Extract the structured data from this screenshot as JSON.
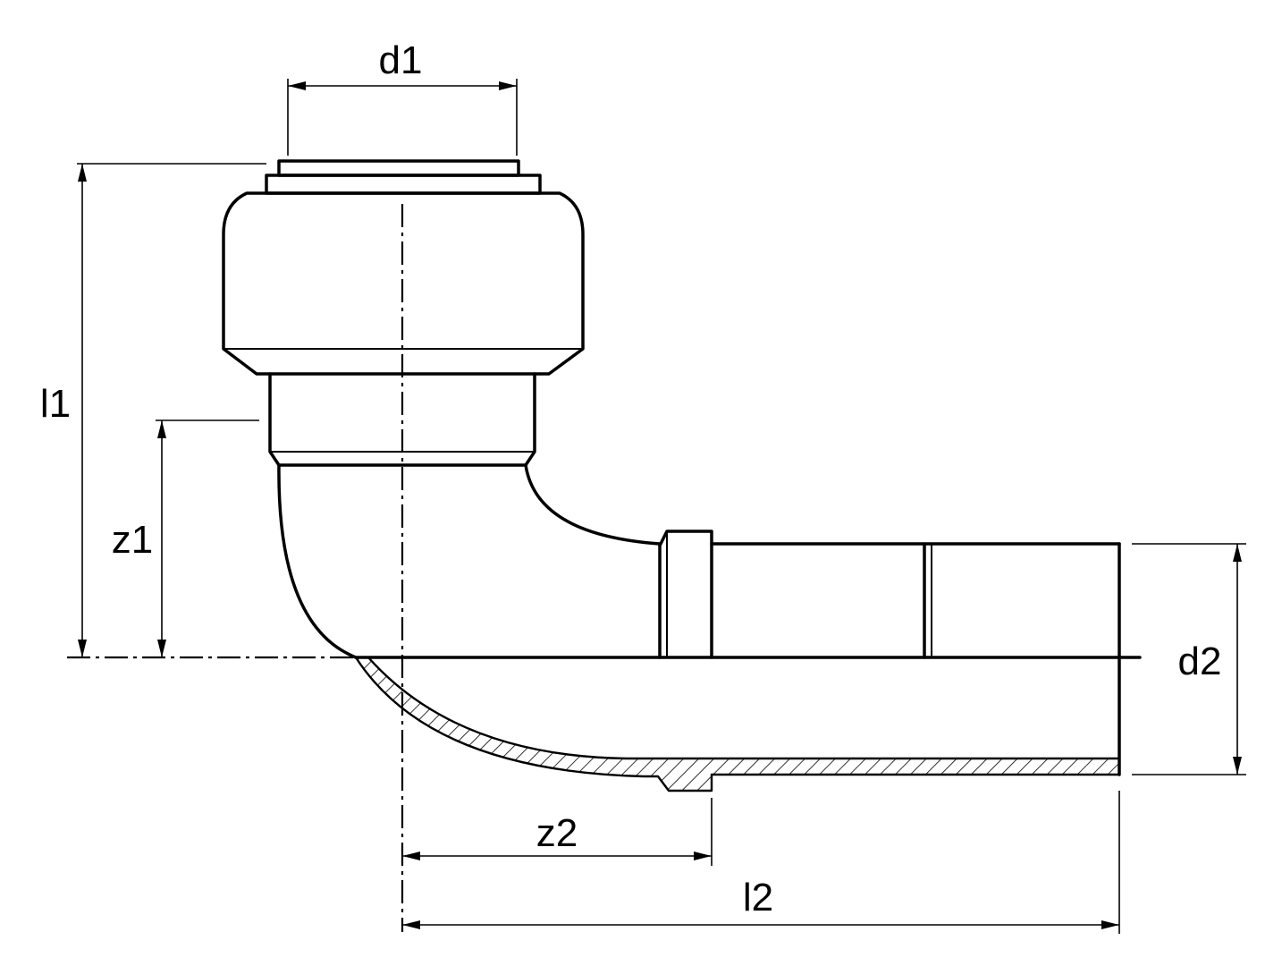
{
  "labels": {
    "d1": "d1",
    "d2": "d2",
    "l1": "l1",
    "l2": "l2",
    "z1": "z1",
    "z2": "z2"
  }
}
